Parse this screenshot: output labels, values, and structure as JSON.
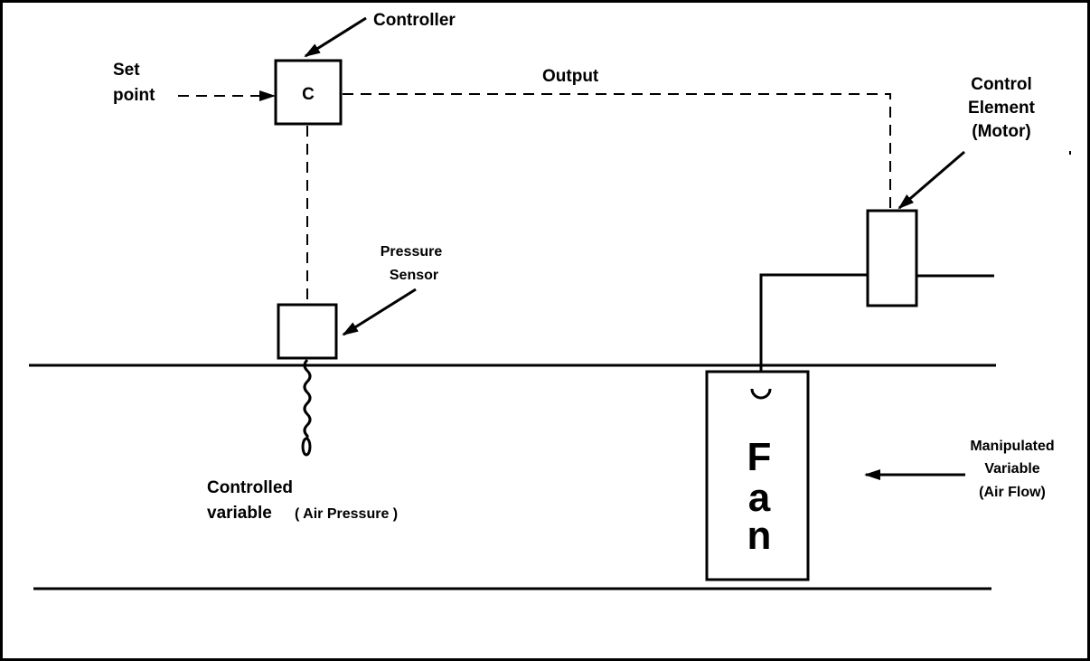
{
  "diagram": {
    "title": "Air pressure control loop",
    "labels": {
      "controller": "Controller",
      "controller_symbol": "C",
      "set_point_line1": "Set",
      "set_point_line2": "point",
      "output": "Output",
      "control_element_line1": "Control",
      "control_element_line2": "Element",
      "control_element_line3": "(Motor)",
      "pressure_sensor_line1": "Pressure",
      "pressure_sensor_line2": "Sensor",
      "controlled_variable_line1": "Controlled",
      "controlled_variable_line2": "variable",
      "controlled_variable_detail": "( Air Pressure )",
      "fan_letter1": "F",
      "fan_letter2": "a",
      "fan_letter3": "n",
      "manipulated_line1": "Manipulated",
      "manipulated_line2": "Variable",
      "manipulated_line3": "(Air Flow)"
    },
    "colors": {
      "stroke": "#000000",
      "background": "#ffffff"
    }
  }
}
